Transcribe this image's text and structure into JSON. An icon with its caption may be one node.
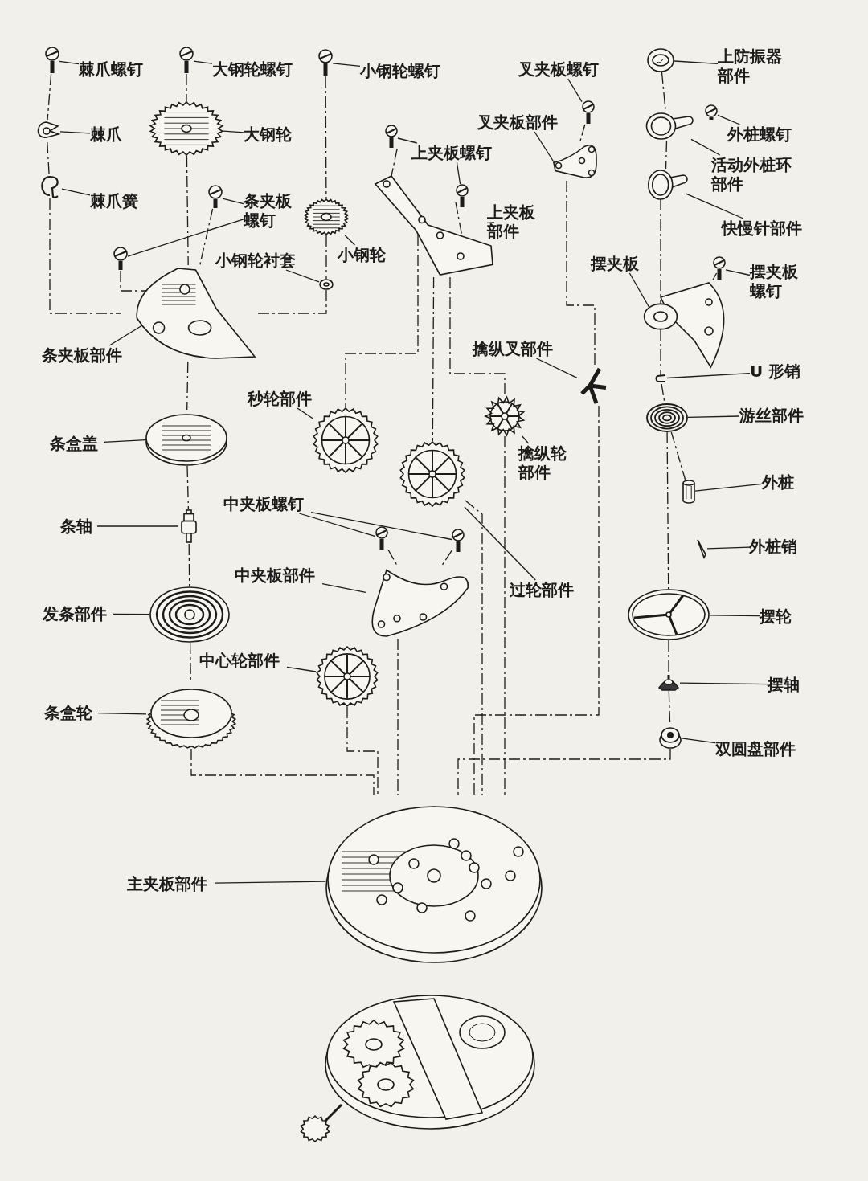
{
  "diagram": {
    "nodes": [
      {
        "text": [
          "棘爪螺钉"
        ]
      },
      {
        "text": [
          "大钢轮螺钉"
        ]
      },
      {
        "text": [
          "小钢轮螺钉"
        ]
      },
      {
        "text": [
          "叉夹板螺钉"
        ]
      },
      {
        "text": [
          "上防振器部件"
        ]
      },
      {
        "text": [
          "棘爪"
        ]
      },
      {
        "text": [
          "大钢轮"
        ]
      },
      {
        "text": [
          "叉夹板部件"
        ]
      },
      {
        "text": [
          "外桩螺钉"
        ]
      },
      {
        "text": [
          "上夹板螺钉"
        ]
      },
      {
        "text": [
          "活动外桩环部件"
        ]
      },
      {
        "text": [
          "棘爪簧"
        ]
      },
      {
        "text": [
          "条夹板螺钉"
        ]
      },
      {
        "text": [
          "上夹板部件"
        ]
      },
      {
        "text": [
          "快慢针部件"
        ]
      },
      {
        "text": [
          "小钢轮"
        ]
      },
      {
        "text": [
          "小钢轮衬套"
        ]
      },
      {
        "text": [
          "摆夹板"
        ]
      },
      {
        "text": [
          "摆夹板螺钉"
        ]
      },
      {
        "text": [
          "条夹板部件"
        ]
      },
      {
        "text": [
          "擒纵叉部件"
        ]
      },
      {
        "text": [
          "U 形销"
        ]
      },
      {
        "text": [
          "秒轮部件"
        ]
      },
      {
        "text": [
          "游丝部件"
        ]
      },
      {
        "text": [
          "条盒盖"
        ]
      },
      {
        "text": [
          "擒纵轮部件"
        ]
      },
      {
        "text": [
          "外桩"
        ]
      },
      {
        "text": [
          "中夹板螺钉"
        ]
      },
      {
        "text": [
          "条轴"
        ]
      },
      {
        "text": [
          "外桩销"
        ]
      },
      {
        "text": [
          "中夹板部件"
        ]
      },
      {
        "text": [
          "过轮部件"
        ]
      },
      {
        "text": [
          "发条部件"
        ]
      },
      {
        "text": [
          "摆轮"
        ]
      },
      {
        "text": [
          "中心轮部件"
        ]
      },
      {
        "text": [
          "摆轴"
        ]
      },
      {
        "text": [
          "条盒轮"
        ]
      },
      {
        "text": [
          "双圆盘部件"
        ]
      },
      {
        "text": [
          "主夹板部件"
        ]
      },
      {
        "text": [],
        "shape": "picture"
      },
      {
        "text": [],
        "shape": "picture"
      },
      {
        "text": [],
        "shape": "picture"
      },
      {
        "text": [],
        "shape": "picture"
      },
      {
        "text": [],
        "shape": "picture"
      },
      {
        "text": [],
        "shape": "picture"
      },
      {
        "text": [],
        "shape": "picture"
      },
      {
        "text": [],
        "shape": "picture"
      },
      {
        "text": [],
        "shape": "picture"
      },
      {
        "text": [],
        "shape": "picture"
      },
      {
        "text": [],
        "shape": "picture"
      },
      {
        "text": [],
        "shape": "picture"
      },
      {
        "text": [],
        "shape": "picture"
      },
      {
        "text": [],
        "shape": "picture"
      },
      {
        "text": [],
        "shape": "picture"
      },
      {
        "text": [],
        "shape": "picture"
      },
      {
        "text": [],
        "shape": "picture"
      },
      {
        "text": [],
        "shape": "picture"
      },
      {
        "text": [],
        "shape": "picture"
      },
      {
        "text": [],
        "shape": "picture"
      },
      {
        "text": [],
        "shape": "picture"
      },
      {
        "text": [],
        "shape": "picture"
      },
      {
        "text": [],
        "shape": "picture"
      },
      {
        "text": [],
        "shape": "picture"
      },
      {
        "text": [],
        "shape": "picture"
      },
      {
        "text": [],
        "shape": "picture"
      },
      {
        "text": [],
        "shape": "picture"
      },
      {
        "text": [],
        "shape": "picture"
      },
      {
        "text": [],
        "shape": "picture"
      },
      {
        "text": [],
        "shape": "picture"
      },
      {
        "text": [],
        "shape": "picture"
      },
      {
        "text": [],
        "shape": "picture"
      },
      {
        "text": [],
        "shape": "picture"
      },
      {
        "text": [],
        "shape": "picture"
      },
      {
        "text": [],
        "shape": "picture"
      },
      {
        "text": [],
        "shape": "picture"
      },
      {
        "text": [],
        "shape": "picture"
      },
      {
        "text": [],
        "shape": "picture"
      },
      {
        "text": [],
        "shape": "picture"
      },
      {
        "text": [],
        "shape": "picture"
      },
      {
        "text": [],
        "shape": "picture"
      },
      {
        "text": [],
        "shape": "picture"
      }
    ],
    "edges": [
      {
        "from": 0,
        "to": 39,
        "arrow": "none"
      },
      {
        "from": 1,
        "to": 40,
        "arrow": "none"
      },
      {
        "from": 2,
        "to": 41,
        "arrow": "none"
      },
      {
        "from": 3,
        "to": 43,
        "arrow": "none"
      },
      {
        "from": 4,
        "to": 42,
        "arrow": "none"
      },
      {
        "from": 5,
        "to": 44,
        "arrow": "none"
      },
      {
        "from": 6,
        "to": 45,
        "arrow": "none"
      },
      {
        "from": 7,
        "to": 48,
        "arrow": "none"
      },
      {
        "from": 8,
        "to": 46,
        "arrow": "none"
      },
      {
        "from": 9,
        "to": 49,
        "arrow": "none"
      },
      {
        "from": 9,
        "to": 52,
        "arrow": "none"
      },
      {
        "from": 10,
        "to": 47,
        "arrow": "none"
      },
      {
        "from": 11,
        "to": 50,
        "arrow": "none"
      },
      {
        "from": 12,
        "to": 51,
        "arrow": "none"
      },
      {
        "from": 12,
        "to": 56,
        "arrow": "none"
      },
      {
        "from": 13,
        "to": 55,
        "arrow": "none"
      },
      {
        "from": 14,
        "to": 53,
        "arrow": "none"
      },
      {
        "from": 15,
        "to": 54,
        "arrow": "none"
      },
      {
        "from": 16,
        "to": 58,
        "arrow": "none"
      },
      {
        "from": 17,
        "to": 59,
        "arrow": "none"
      },
      {
        "from": 18,
        "to": 57,
        "arrow": "none"
      },
      {
        "from": 19,
        "to": 60,
        "arrow": "none"
      },
      {
        "from": 20,
        "to": 61,
        "arrow": "none"
      },
      {
        "from": 21,
        "to": 62,
        "arrow": "none"
      },
      {
        "from": 22,
        "to": 65,
        "arrow": "none"
      },
      {
        "from": 23,
        "to": 63,
        "arrow": "none"
      },
      {
        "from": 24,
        "to": 66,
        "arrow": "none"
      },
      {
        "from": 25,
        "to": 64,
        "arrow": "none"
      },
      {
        "from": 26,
        "to": 68,
        "arrow": "none"
      },
      {
        "from": 27,
        "to": 70,
        "arrow": "none"
      },
      {
        "from": 27,
        "to": 71,
        "arrow": "none"
      },
      {
        "from": 28,
        "to": 69,
        "arrow": "none"
      },
      {
        "from": 29,
        "to": 72,
        "arrow": "none"
      },
      {
        "from": 30,
        "to": 73,
        "arrow": "none"
      },
      {
        "from": 31,
        "to": 67,
        "arrow": "none"
      },
      {
        "from": 32,
        "to": 74,
        "arrow": "none"
      },
      {
        "from": 33,
        "to": 75,
        "arrow": "none"
      },
      {
        "from": 34,
        "to": 76,
        "arrow": "none"
      },
      {
        "from": 35,
        "to": 77,
        "arrow": "none"
      },
      {
        "from": 36,
        "to": 78,
        "arrow": "none"
      },
      {
        "from": 37,
        "to": 79,
        "arrow": "none"
      },
      {
        "from": 38,
        "to": 80,
        "arrow": "none"
      },
      {
        "from": 39,
        "to": 44,
        "arrow": "none",
        "style": "dashed"
      },
      {
        "from": 44,
        "to": 50,
        "arrow": "none",
        "style": "dashed"
      },
      {
        "from": 50,
        "to": 60,
        "arrow": "none",
        "style": "dashed"
      },
      {
        "from": 40,
        "to": 45,
        "arrow": "none",
        "style": "dashed"
      },
      {
        "from": 45,
        "to": 60,
        "arrow": "none",
        "style": "dashed"
      },
      {
        "from": 60,
        "to": 66,
        "arrow": "none",
        "style": "dashed"
      },
      {
        "from": 66,
        "to": 69,
        "arrow": "none",
        "style": "dashed"
      },
      {
        "from": 69,
        "to": 74,
        "arrow": "none",
        "style": "dashed"
      },
      {
        "from": 74,
        "to": 78,
        "arrow": "none",
        "style": "dashed"
      },
      {
        "from": 78,
        "to": 80,
        "arrow": "none",
        "style": "dashed"
      },
      {
        "from": 41,
        "to": 54,
        "arrow": "none",
        "style": "dashed"
      },
      {
        "from": 54,
        "to": 58,
        "arrow": "none",
        "style": "dashed"
      },
      {
        "from": 58,
        "to": 60,
        "arrow": "none",
        "style": "dashed"
      },
      {
        "from": 51,
        "to": 60,
        "arrow": "none",
        "style": "dashed"
      },
      {
        "from": 56,
        "to": 60,
        "arrow": "none",
        "style": "dashed"
      },
      {
        "from": 49,
        "to": 55,
        "arrow": "none",
        "style": "dashed"
      },
      {
        "from": 52,
        "to": 55,
        "arrow": "none",
        "style": "dashed"
      },
      {
        "from": 55,
        "to": 65,
        "arrow": "none",
        "style": "dashed"
      },
      {
        "from": 55,
        "to": 67,
        "arrow": "none",
        "style": "dashed"
      },
      {
        "from": 55,
        "to": 64,
        "arrow": "none",
        "style": "dashed"
      },
      {
        "from": 43,
        "to": 48,
        "arrow": "none",
        "style": "dashed"
      },
      {
        "from": 48,
        "to": 61,
        "arrow": "none",
        "style": "dashed"
      },
      {
        "from": 61,
        "to": 80,
        "arrow": "none",
        "style": "dashed"
      },
      {
        "from": 42,
        "to": 47,
        "arrow": "none",
        "style": "dashed"
      },
      {
        "from": 47,
        "to": 53,
        "arrow": "none",
        "style": "dashed"
      },
      {
        "from": 53,
        "to": 59,
        "arrow": "none",
        "style": "dashed"
      },
      {
        "from": 57,
        "to": 59,
        "arrow": "none",
        "style": "dashed"
      },
      {
        "from": 59,
        "to": 62,
        "arrow": "none",
        "style": "dashed"
      },
      {
        "from": 62,
        "to": 63,
        "arrow": "none",
        "style": "dashed"
      },
      {
        "from": 63,
        "to": 68,
        "arrow": "none",
        "style": "dashed"
      },
      {
        "from": 63,
        "to": 75,
        "arrow": "none",
        "style": "dashed"
      },
      {
        "from": 75,
        "to": 77,
        "arrow": "none",
        "style": "dashed"
      },
      {
        "from": 77,
        "to": 79,
        "arrow": "none",
        "style": "dashed"
      },
      {
        "from": 79,
        "to": 80,
        "arrow": "none",
        "style": "dashed"
      },
      {
        "from": 70,
        "to": 73,
        "arrow": "none",
        "style": "dashed"
      },
      {
        "from": 71,
        "to": 73,
        "arrow": "none",
        "style": "dashed"
      },
      {
        "from": 73,
        "to": 80,
        "arrow": "none",
        "style": "dashed"
      },
      {
        "from": 76,
        "to": 80,
        "arrow": "none",
        "style": "dashed"
      },
      {
        "from": 67,
        "to": 80,
        "arrow": "none",
        "style": "dashed"
      },
      {
        "from": 64,
        "to": 80,
        "arrow": "none",
        "style": "dashed"
      }
    ]
  }
}
